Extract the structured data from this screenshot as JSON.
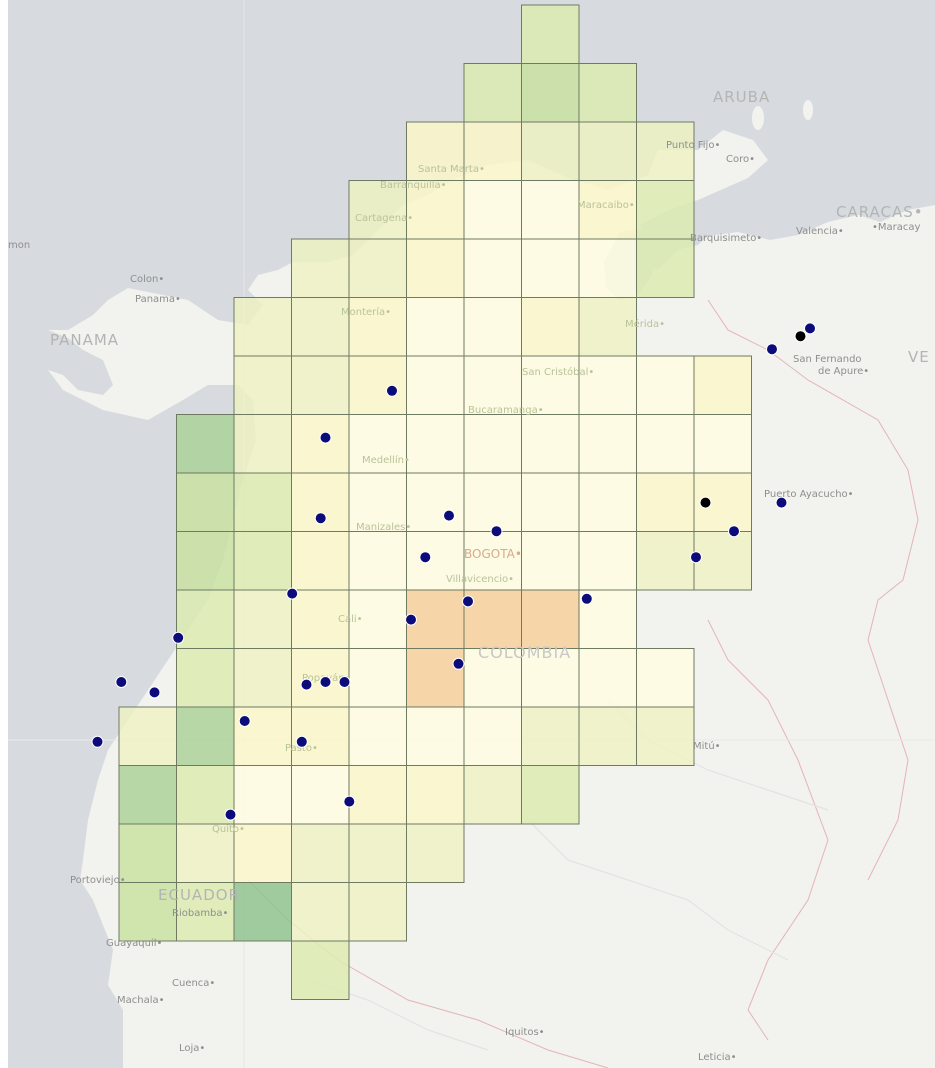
{
  "map": {
    "country_labels": [
      {
        "name": "aruba-label",
        "text": "ARUBA"
      },
      {
        "name": "caracas-label",
        "text": "CARACAS•"
      },
      {
        "name": "panama-country-label",
        "text": "PANAMA"
      },
      {
        "name": "colombia-country-label",
        "text": "COLOMBIA"
      },
      {
        "name": "ecuador-country-label",
        "text": "ECUADOR"
      },
      {
        "name": "venezuela-partial-label",
        "text": "VE"
      }
    ],
    "city_labels": [
      {
        "name": "punto-fijo-label",
        "text": "Punto Fijo•"
      },
      {
        "name": "coro-label",
        "text": "Coro•"
      },
      {
        "name": "valencia-label",
        "text": "Valencia•"
      },
      {
        "name": "maracay-label",
        "text": "•Maracay"
      },
      {
        "name": "barquisimeto-label",
        "text": "Barquisimeto•"
      },
      {
        "name": "colon-label",
        "text": "Colon•"
      },
      {
        "name": "panama-city-label",
        "text": "Panama•"
      },
      {
        "name": "limon-partial-label",
        "text": "mon"
      },
      {
        "name": "san-fernando-label",
        "text": "San Fernando"
      },
      {
        "name": "de-apure-label",
        "text": "de Apure•"
      },
      {
        "name": "puerto-ayacucho-label",
        "text": "Puerto Ayacucho•"
      },
      {
        "name": "mitu-label",
        "text": "Mitú•"
      },
      {
        "name": "portoviejo-label",
        "text": "Portoviejo•"
      },
      {
        "name": "riobamba-label",
        "text": "Riobamba•"
      },
      {
        "name": "guayaquil-label",
        "text": "Guayaquil•"
      },
      {
        "name": "cuenca-label",
        "text": "Cuenca•"
      },
      {
        "name": "machala-label",
        "text": "Machala•"
      },
      {
        "name": "loja-label",
        "text": "Loja•"
      },
      {
        "name": "iquitos-label",
        "text": "Iquitos•"
      },
      {
        "name": "leticia-label",
        "text": "Leticia•"
      }
    ],
    "grid_city_labels": [
      {
        "name": "santa-marta-label",
        "text": "Santa Marta•"
      },
      {
        "name": "barranquilla-label",
        "text": "Barranquilla•"
      },
      {
        "name": "cartagena-label",
        "text": "Cartagena•"
      },
      {
        "name": "maracaibo-label",
        "text": "Maracaibo•"
      },
      {
        "name": "monteria-label",
        "text": "Montería•"
      },
      {
        "name": "merida-label",
        "text": "Mérida•"
      },
      {
        "name": "san-cristobal-label",
        "text": "San Cristóbal•"
      },
      {
        "name": "bucaramanga-label",
        "text": "Bucaramanga•"
      },
      {
        "name": "medellin-label",
        "text": "Medellín•"
      },
      {
        "name": "manizales-label",
        "text": "Manizales•"
      },
      {
        "name": "bogota-label",
        "text": "BOGOTA•"
      },
      {
        "name": "villavicencio-label",
        "text": "Villavicencio•"
      },
      {
        "name": "cali-label",
        "text": "Cali•"
      },
      {
        "name": "popayan-label",
        "text": "Popayán•"
      },
      {
        "name": "pasto-label",
        "text": "Pasto•"
      },
      {
        "name": "quito-label",
        "text": "Quito•"
      }
    ],
    "colors": {
      "background": "#ffffff",
      "sea": "#d7dbdf",
      "land": "#f2f2ef",
      "grid_stroke": "#6f7a63",
      "marker_blue": "#0b0b7a",
      "marker_black": "#000000",
      "cell_palette": [
        "#fffde0",
        "#fbf7c8",
        "#eef2c2",
        "#dcebb0",
        "#c8e0a0",
        "#a9d196",
        "#8ec28c",
        "#69ad84",
        "#f6e0ae",
        "#f7cf9a"
      ]
    },
    "grid_rows": [
      [
        0,
        0,
        0,
        0,
        0,
        0,
        0,
        4,
        0,
        0,
        0
      ],
      [
        0,
        0,
        0,
        0,
        0,
        0,
        4,
        5,
        4,
        0,
        0
      ],
      [
        0,
        0,
        0,
        0,
        0,
        2,
        2,
        3,
        3,
        3,
        0
      ],
      [
        0,
        0,
        0,
        0,
        3,
        2,
        1,
        1,
        2,
        4,
        0
      ],
      [
        0,
        0,
        0,
        3,
        3,
        2,
        1,
        1,
        1,
        4,
        0
      ],
      [
        0,
        0,
        3,
        3,
        2,
        1,
        1,
        2,
        3,
        0,
        0
      ],
      [
        0,
        0,
        3,
        3,
        2,
        1,
        1,
        1,
        1,
        1,
        2
      ],
      [
        0,
        6,
        3,
        2,
        1,
        1,
        1,
        1,
        1,
        1,
        1
      ],
      [
        0,
        5,
        4,
        2,
        1,
        1,
        1,
        1,
        1,
        2,
        2
      ],
      [
        0,
        5,
        4,
        2,
        1,
        1,
        1,
        1,
        1,
        3,
        3
      ],
      [
        0,
        4,
        3,
        2,
        1,
        10,
        10,
        10,
        1,
        0,
        0
      ],
      [
        0,
        4,
        3,
        2,
        1,
        10,
        1,
        1,
        1,
        1,
        0
      ],
      [
        3,
        6,
        2,
        2,
        1,
        1,
        1,
        3,
        3,
        3,
        0
      ],
      [
        6,
        4,
        1,
        1,
        2,
        2,
        3,
        4,
        0,
        0,
        0
      ],
      [
        5,
        3,
        2,
        3,
        3,
        3,
        0,
        0,
        0,
        0,
        0
      ],
      [
        5,
        4,
        7,
        3,
        3,
        0,
        0,
        0,
        0,
        0,
        0
      ],
      [
        0,
        0,
        0,
        4,
        0,
        0,
        0,
        0,
        0,
        0,
        0
      ]
    ],
    "markers": [
      {
        "lon": -72.0,
        "lat": 8.3,
        "kind": "blue"
      },
      {
        "lon": -72.1,
        "lat": 8.15,
        "kind": "black"
      },
      {
        "lon": -72.4,
        "lat": 7.9,
        "kind": "blue"
      },
      {
        "lon": -76.4,
        "lat": 7.1,
        "kind": "blue"
      },
      {
        "lon": -77.1,
        "lat": 6.2,
        "kind": "blue"
      },
      {
        "lon": -73.1,
        "lat": 4.95,
        "kind": "black"
      },
      {
        "lon": -72.3,
        "lat": 4.95,
        "kind": "blue"
      },
      {
        "lon": -77.15,
        "lat": 4.65,
        "kind": "blue"
      },
      {
        "lon": -75.8,
        "lat": 4.7,
        "kind": "blue"
      },
      {
        "lon": -75.3,
        "lat": 4.4,
        "kind": "blue"
      },
      {
        "lon": -72.8,
        "lat": 4.4,
        "kind": "blue"
      },
      {
        "lon": -76.05,
        "lat": 3.9,
        "kind": "blue"
      },
      {
        "lon": -73.2,
        "lat": 3.9,
        "kind": "blue"
      },
      {
        "lon": -77.45,
        "lat": 3.2,
        "kind": "blue"
      },
      {
        "lon": -75.6,
        "lat": 3.05,
        "kind": "blue"
      },
      {
        "lon": -74.35,
        "lat": 3.1,
        "kind": "blue"
      },
      {
        "lon": -76.2,
        "lat": 2.7,
        "kind": "blue"
      },
      {
        "lon": -78.65,
        "lat": 2.35,
        "kind": "blue"
      },
      {
        "lon": -75.7,
        "lat": 1.85,
        "kind": "blue"
      },
      {
        "lon": -79.25,
        "lat": 1.5,
        "kind": "blue"
      },
      {
        "lon": -78.9,
        "lat": 1.3,
        "kind": "blue"
      },
      {
        "lon": -77.3,
        "lat": 1.45,
        "kind": "blue"
      },
      {
        "lon": -77.1,
        "lat": 1.5,
        "kind": "blue"
      },
      {
        "lon": -76.9,
        "lat": 1.5,
        "kind": "blue"
      },
      {
        "lon": -77.95,
        "lat": 0.75,
        "kind": "blue"
      },
      {
        "lon": -77.35,
        "lat": 0.35,
        "kind": "blue"
      },
      {
        "lon": -79.5,
        "lat": 0.35,
        "kind": "blue"
      },
      {
        "lon": -76.85,
        "lat": -0.8,
        "kind": "blue"
      },
      {
        "lon": -78.1,
        "lat": -1.05,
        "kind": "blue"
      }
    ]
  }
}
